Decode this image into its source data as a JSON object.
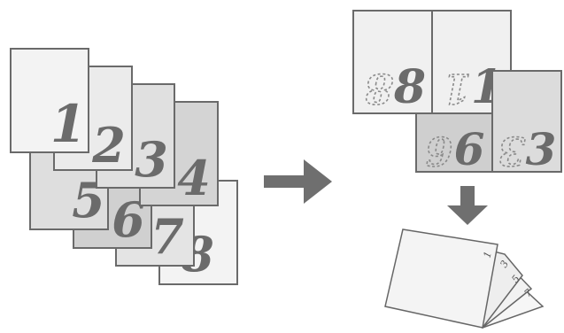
{
  "pages": [
    {
      "label": "1",
      "color": "#f3f3f3"
    },
    {
      "label": "2",
      "color": "#ebebeb"
    },
    {
      "label": "3",
      "color": "#e0e0e0"
    },
    {
      "label": "4",
      "color": "#d4d4d4"
    },
    {
      "label": "5",
      "color": "#dedede"
    },
    {
      "label": "6",
      "color": "#d0d0d0"
    },
    {
      "label": "7",
      "color": "#e4e4e4"
    },
    {
      "label": "8",
      "color": "#f3f3f3"
    }
  ],
  "sheet": {
    "top": [
      {
        "ghost": "8",
        "label": "8",
        "color": "#f0f0f0"
      },
      {
        "ghost": "1",
        "label": "1",
        "color": "#f0f0f0"
      }
    ],
    "bottom": [
      {
        "ghost": "6",
        "label": "6",
        "color": "#cfcfcf"
      },
      {
        "ghost": "3",
        "label": "3",
        "color": "#dcdcdc"
      }
    ]
  },
  "booklet": {
    "labels": [
      "1",
      "3",
      "5",
      "7"
    ]
  },
  "colors": {
    "border": "#6a6a6a",
    "arrow": "#6f6f6f",
    "digit": "#6b6b6b"
  }
}
